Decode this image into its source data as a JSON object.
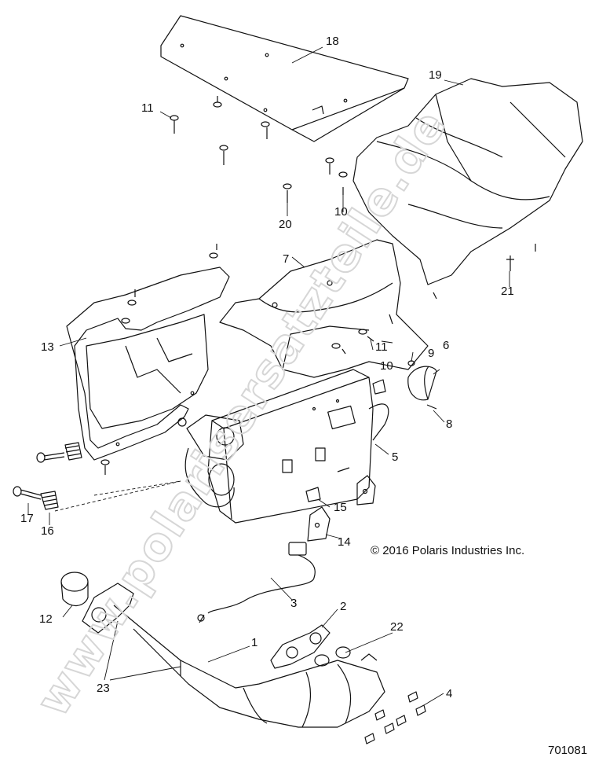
{
  "diagram": {
    "copyright": "© 2016 Polaris Industries Inc.",
    "figure_number": "701081",
    "watermark": "www.polarisersatzteile.de",
    "callouts": [
      "1",
      "2",
      "3",
      "4",
      "5",
      "6",
      "7",
      "8",
      "9",
      "10",
      "10",
      "11",
      "11",
      "12",
      "13",
      "14",
      "15",
      "16",
      "17",
      "18",
      "19",
      "20",
      "21",
      "22",
      "23"
    ]
  }
}
